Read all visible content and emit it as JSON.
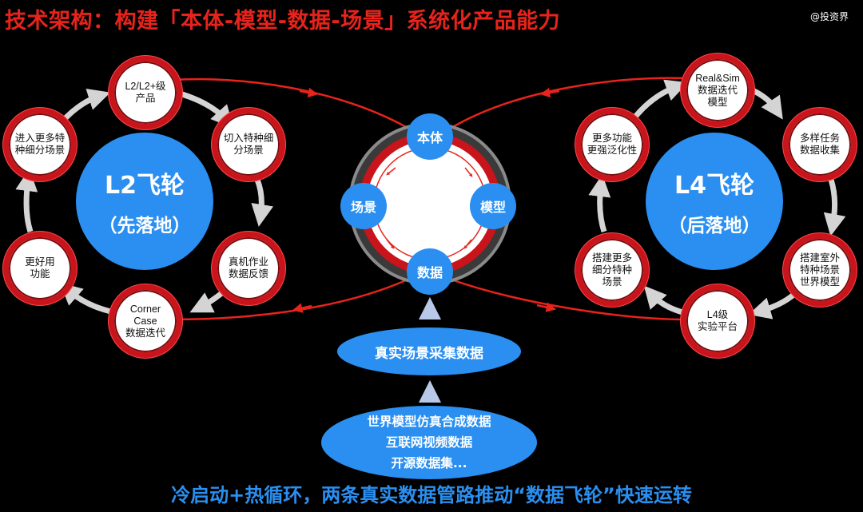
{
  "title": "技术架构：构建「本体-模型-数据-场景」系统化产品能力",
  "watermark": "@投资界",
  "left_hub": {
    "title": "L2飞轮",
    "subtitle": "（先落地）"
  },
  "right_hub": {
    "title": "L4飞轮",
    "subtitle": "（后落地）"
  },
  "left_nodes": [
    "L2/L2+级\n产品",
    "切入特种细\n分场景",
    "真机作业\n数据反馈",
    "Corner\nCase\n数据迭代",
    "更好用\n功能",
    "进入更多特\n种细分场景"
  ],
  "right_nodes": [
    "Real&Sim\n数据迭代\n模型",
    "多样任务\n数据收集",
    "搭建室外\n特种场景\n世界模型",
    "L4级\n实验平台",
    "搭建更多\n细分特种\n场景",
    "更多功能\n更强泛化性"
  ],
  "center": {
    "top": "本体",
    "right": "模型",
    "bottom": "数据",
    "left": "场景"
  },
  "real_data": "真实场景采集数据",
  "sources": [
    "世界模型仿真合成数据",
    "互联网视频数据",
    "开源数据集..."
  ],
  "bottom_text": "冷启动+热循环，两条真实数据管路推动“数据飞轮”快速运转",
  "colors": {
    "red": "#e8231c",
    "blue": "#2a8ff0",
    "ring_red": "#c8141a"
  }
}
